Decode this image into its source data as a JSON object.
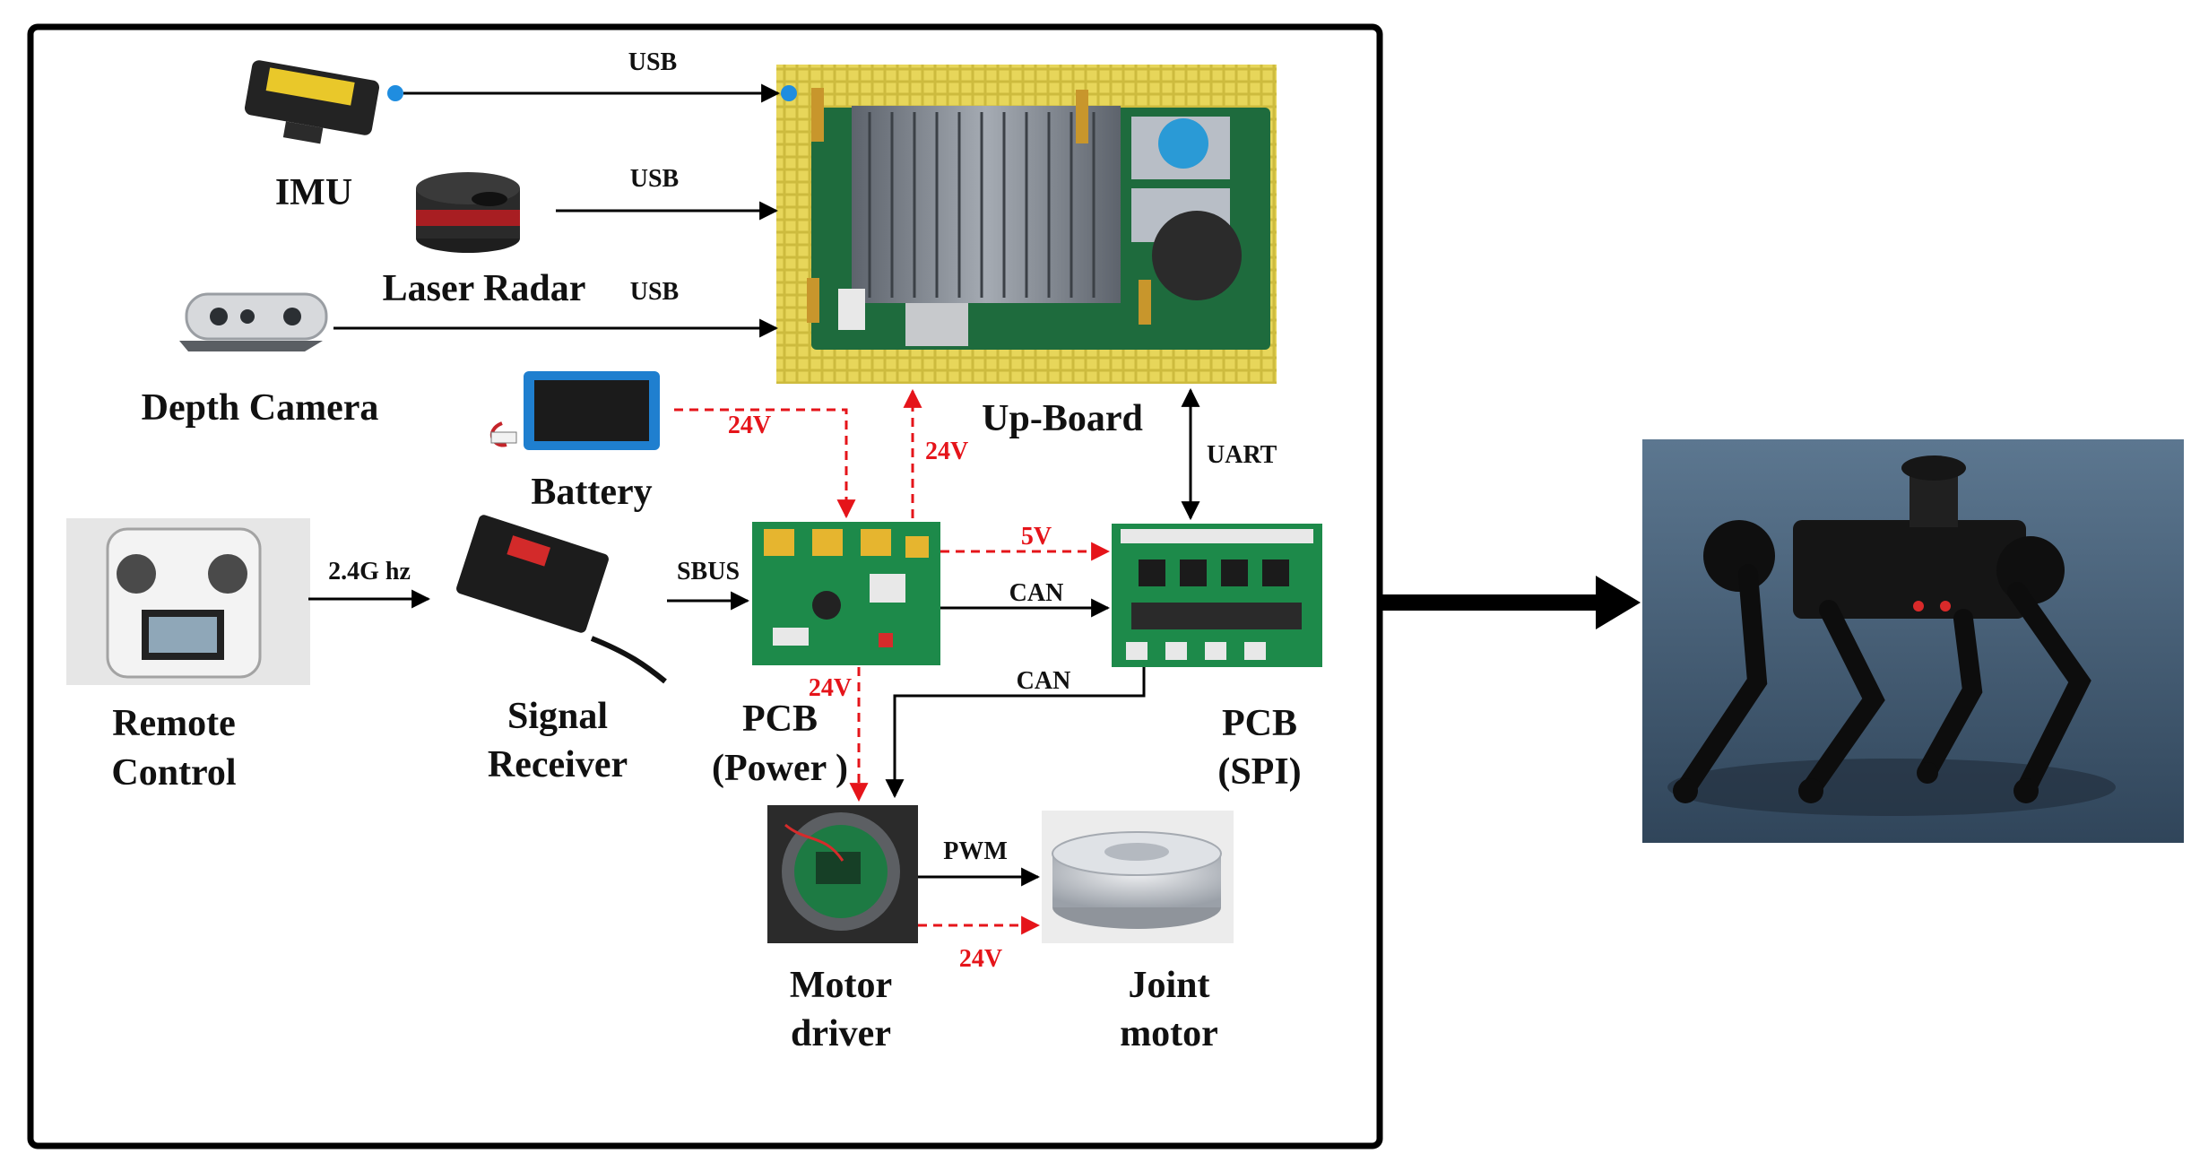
{
  "nodes": {
    "imu": {
      "label": "IMU"
    },
    "laser_radar": {
      "label": "Laser Radar"
    },
    "depth_camera": {
      "label": "Depth Camera"
    },
    "battery": {
      "label": "Battery"
    },
    "up_board": {
      "label": "Up-Board"
    },
    "remote_control": {
      "label_line1": "Remote",
      "label_line2": "Control"
    },
    "signal_receiver": {
      "label_line1": "Signal",
      "label_line2": "Receiver"
    },
    "pcb_power": {
      "label_line1": "PCB",
      "label_line2": "(Power )"
    },
    "pcb_spi": {
      "label_line1": "PCB",
      "label_line2": "(SPI)"
    },
    "motor_driver": {
      "label_line1": "Motor",
      "label_line2": "driver"
    },
    "joint_motor": {
      "label_line1": "Joint",
      "label_line2": "motor"
    }
  },
  "edges": {
    "imu_usb": "USB",
    "laser_usb": "USB",
    "camera_usb": "USB",
    "battery_power": "24V",
    "power_upboard": "24V",
    "upboard_spi": "UART",
    "remote_receiver": "2.4G hz",
    "receiver_power": "SBUS",
    "power_spi_5v": "5V",
    "power_spi_can": "CAN",
    "spi_driver_can": "CAN",
    "power_driver": "24V",
    "driver_motor_pwm": "PWM",
    "driver_motor_24v": "24V"
  },
  "colors": {
    "signal": "#000000",
    "power": "#e5141a",
    "usb_dot": "#1f8de0",
    "frame": "#000000"
  }
}
